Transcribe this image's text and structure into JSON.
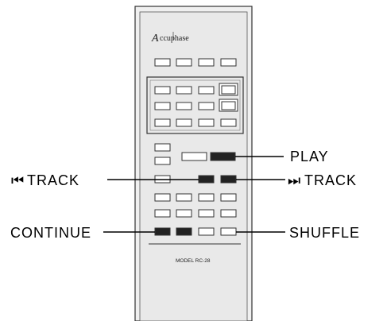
{
  "remote": {
    "brand_mark": "A",
    "brand_rest": "ccuphase",
    "model": "MODEL RC-28"
  },
  "labels": {
    "play": "PLAY",
    "track_back_icon": "⏮",
    "track_back": "TRACK",
    "track_forward_icon": "⏭",
    "track_forward": "TRACK",
    "continue": "CONTINUE",
    "shuffle": "SHUFFLE"
  },
  "colors": {
    "body_fill": "#eeeeee",
    "outline": "#333333",
    "pressed_button": "#222222",
    "button_fill": "#ffffff"
  }
}
